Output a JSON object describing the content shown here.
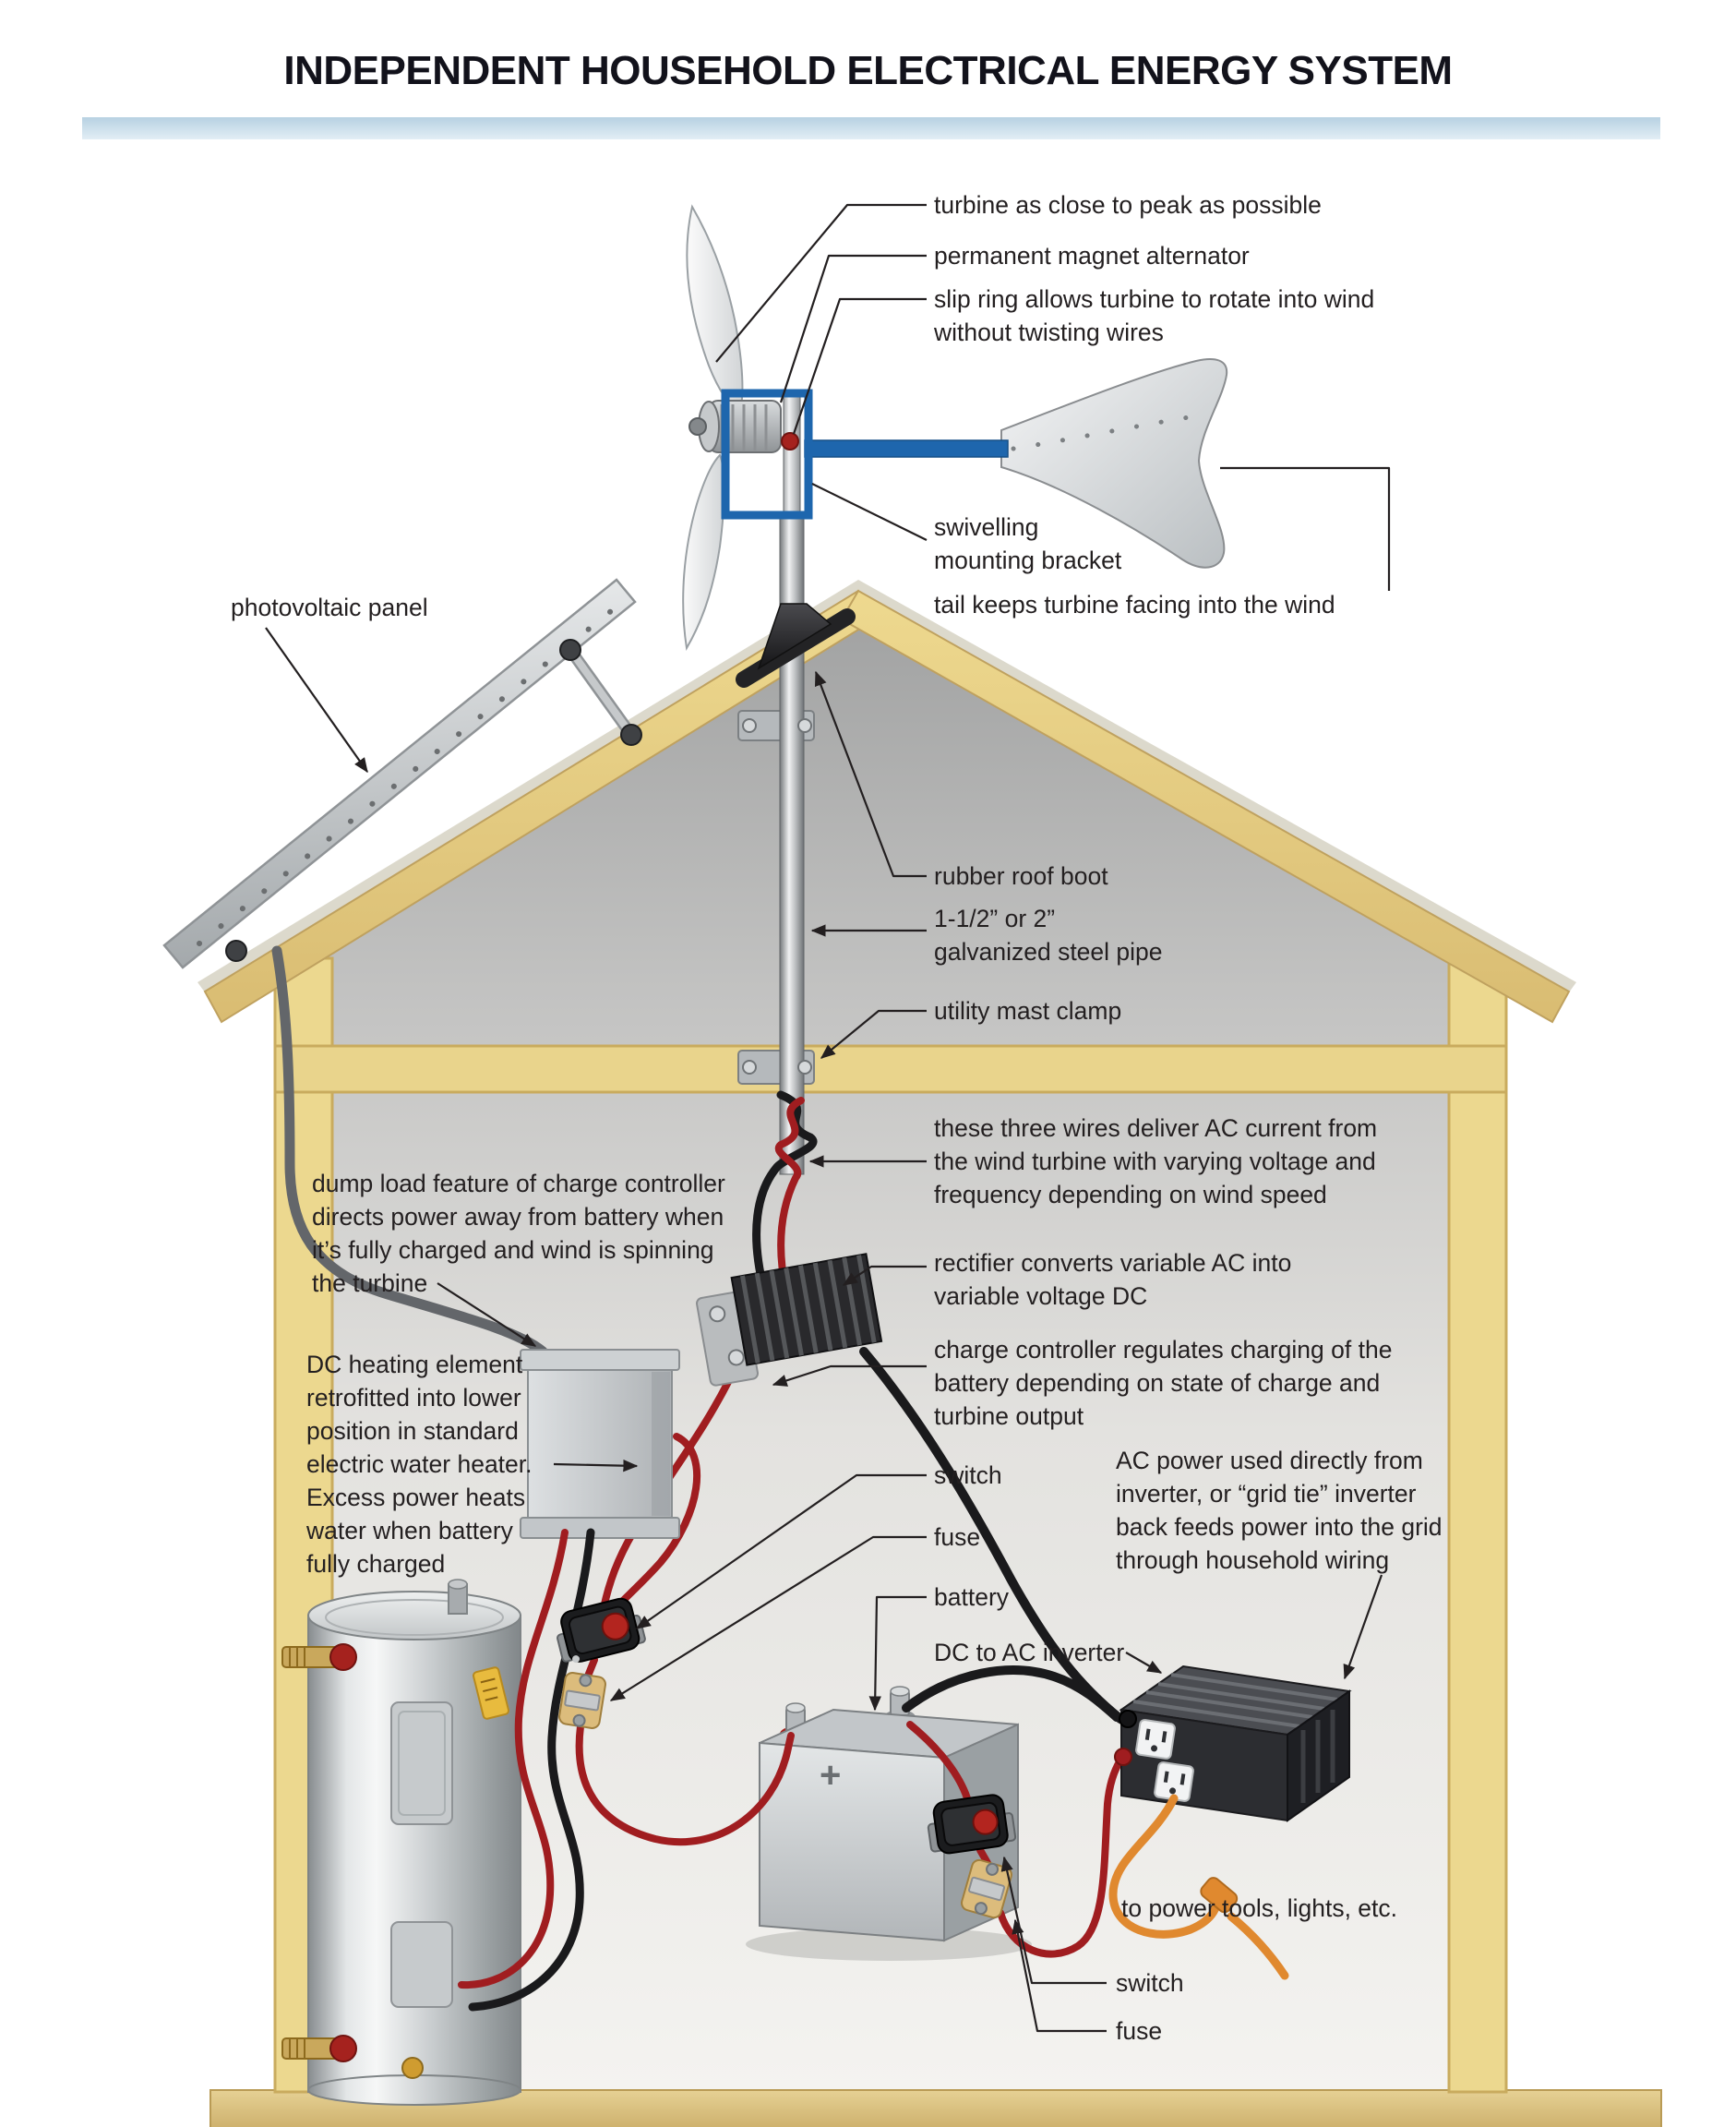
{
  "title": "INDEPENDENT HOUSEHOLD ELECTRICAL ENERGY SYSTEM",
  "labels": {
    "turbine_peak": "turbine as close to peak as possible",
    "alternator": "permanent magnet alternator",
    "slip_ring": "slip ring allows turbine to rotate into wind\nwithout twisting wires",
    "mounting_bracket": "swivelling\nmounting bracket",
    "tail": "tail keeps turbine facing into the wind",
    "photovoltaic_panel": "photovoltaic panel",
    "roof_boot": "rubber roof boot",
    "steel_pipe": "1-1/2” or 2”\ngalvanized steel pipe",
    "mast_clamp": "utility mast clamp",
    "three_wires": "these three wires deliver AC current from\nthe wind turbine with varying voltage and\nfrequency depending on wind speed",
    "rectifier": "rectifier converts variable AC into\nvariable voltage DC",
    "charge_controller": "charge controller regulates charging of the\nbattery depending on state of charge and\nturbine output",
    "dump_load": "dump load feature of charge controller\ndirects power away from battery when\nit’s fully charged and wind is spinning\nthe turbine",
    "dc_heating": "DC heating element\nretrofitted into lower\nposition in standard\nelectric water heater.\nExcess power heats\nwater when battery\nfully charged",
    "switch_1": "switch",
    "fuse_1": "fuse",
    "battery": "battery",
    "ac_power": "AC power used directly from\ninverter, or “grid tie” inverter\nback feeds power into the grid\nthrough household wiring",
    "inverter": "DC to AC inverter",
    "power_tools": "to power tools, lights, etc.",
    "switch_2": "switch",
    "fuse_2": "fuse"
  },
  "illustration": {
    "battery_plus": "+"
  },
  "colors": {
    "accent_blue_bracket": "#1e66ad",
    "wire_red": "#a01d20",
    "wire_black": "#1a1a1c",
    "wall_tan": "#ecd88f",
    "header_bar_blue": "#b7d1e2",
    "cord_orange": "#e0892f",
    "title_text": "#12121b",
    "label_text": "#231f20"
  }
}
